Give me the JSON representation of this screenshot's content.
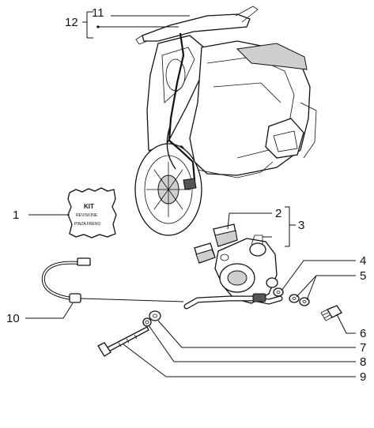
{
  "callouts": {
    "c1": "1",
    "c2": "2",
    "c3": "3",
    "c4": "4",
    "c5": "5",
    "c6": "6",
    "c7": "7",
    "c8": "8",
    "c9": "9",
    "c10": "10",
    "c11": "11",
    "c12": "12"
  },
  "kit_label": {
    "title": "KIT",
    "line1": "REVISIONE",
    "line2": "PINZA FRENO"
  },
  "icons": [
    "scooter-drawing",
    "brake-caliper",
    "brake-hose",
    "speedometer-cable",
    "brake-pads",
    "bolt",
    "washer",
    "bleed-screw"
  ]
}
